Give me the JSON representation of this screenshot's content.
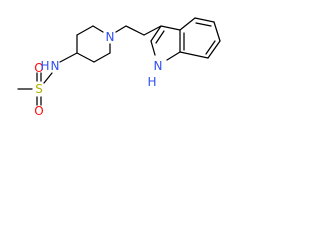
{
  "molecule": {
    "atoms": {
      "sulfonyl_o_top": {
        "symbol": "O",
        "color": "#ff0d0d"
      },
      "sulfur": {
        "symbol": "S",
        "color": "#b2b200"
      },
      "sulfonyl_o_bottom": {
        "symbol": "O",
        "color": "#ff0d0d"
      },
      "amide_nh": {
        "symbol": "H",
        "symbol_main": "N",
        "color": "#3050f8"
      },
      "piperidine_n": {
        "symbol": "N",
        "color": "#3050f8"
      },
      "indole_nh": {
        "symbol_h": "H",
        "symbol_n": "N",
        "color": "#3050f8"
      }
    },
    "bond_color": "#000000"
  }
}
